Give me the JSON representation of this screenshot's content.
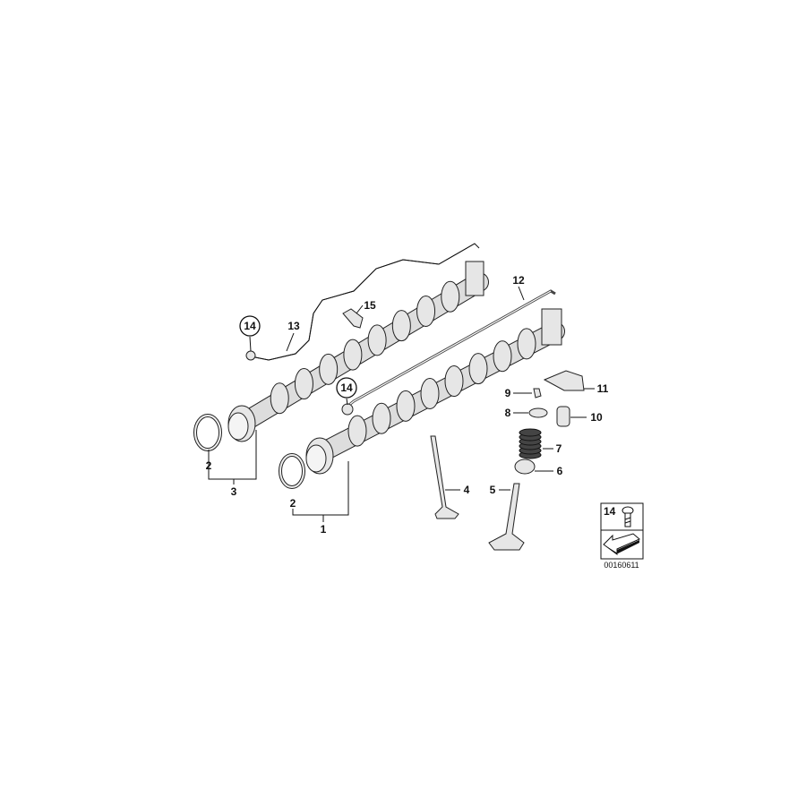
{
  "diagram": {
    "callouts": {
      "c1": "1",
      "c2a": "2",
      "c2b": "2",
      "c3": "3",
      "c4": "4",
      "c5": "5",
      "c6": "6",
      "c7": "7",
      "c8": "8",
      "c9": "9",
      "c10": "10",
      "c11": "11",
      "c12": "12",
      "c13": "13",
      "c14a": "14",
      "c14b": "14",
      "c15": "15"
    },
    "legend": {
      "part_number": "14"
    },
    "drawing_code": "00160611"
  }
}
